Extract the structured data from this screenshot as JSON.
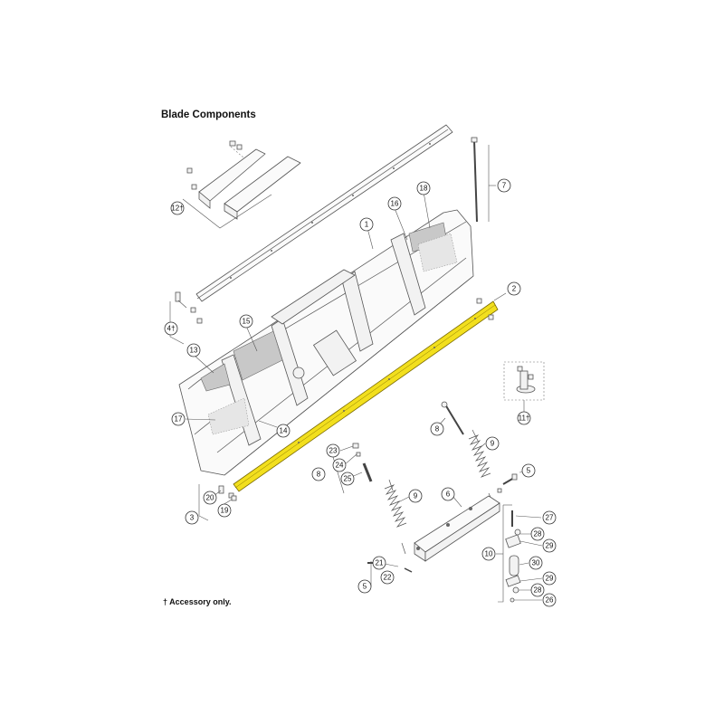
{
  "title": "Blade Components",
  "footnote": "† Accessory only.",
  "highlight_color": "#f2df1e",
  "callouts": [
    "1",
    "2",
    "3",
    "4†",
    "5",
    "5",
    "6",
    "7",
    "8",
    "8",
    "9",
    "9",
    "10",
    "11†",
    "12†",
    "13",
    "14",
    "15",
    "16",
    "17",
    "18",
    "19",
    "20",
    "21",
    "22",
    "23",
    "24",
    "25",
    "26",
    "27",
    "28",
    "28",
    "29",
    "29",
    "30"
  ]
}
